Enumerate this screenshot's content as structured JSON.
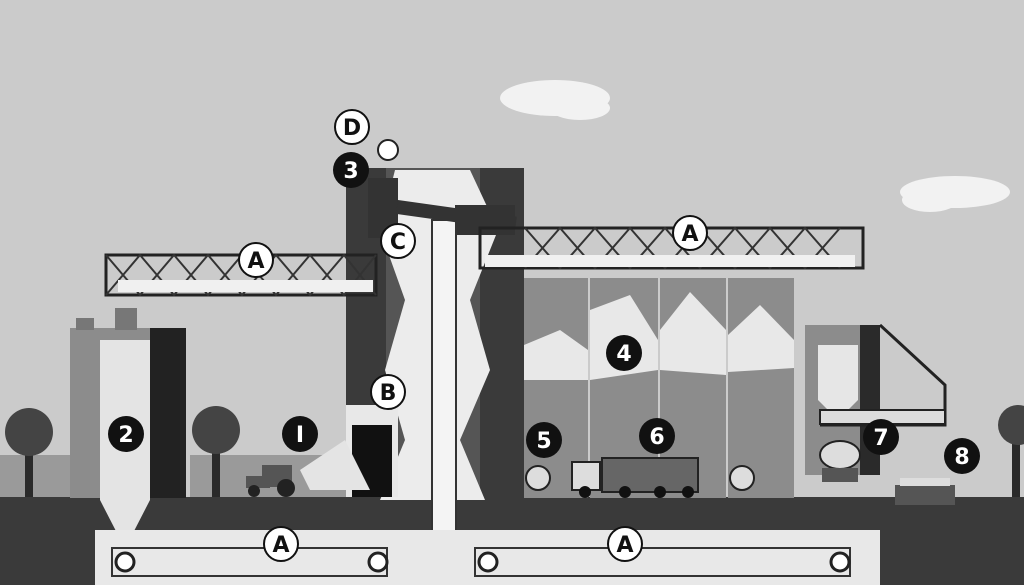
{
  "labels": {
    "A1": "A",
    "A2": "A",
    "A3": "A",
    "A4": "A",
    "B": "B",
    "C": "C",
    "D": "D",
    "n1": "I",
    "n2": "2",
    "n3": "3",
    "n4": "4",
    "n5": "5",
    "n6": "6",
    "n7": "7",
    "n8": "8"
  },
  "colors": {
    "sky": "#cbcbcb",
    "ground": "#3a3a3a",
    "silo": "#8e8e8e",
    "grain": "#ececec",
    "dark": "#1a1a1a",
    "truss": "#bdbdbd"
  },
  "icons": [
    "tractor-icon",
    "truck-icon",
    "tree-icon",
    "cloud-icon"
  ]
}
